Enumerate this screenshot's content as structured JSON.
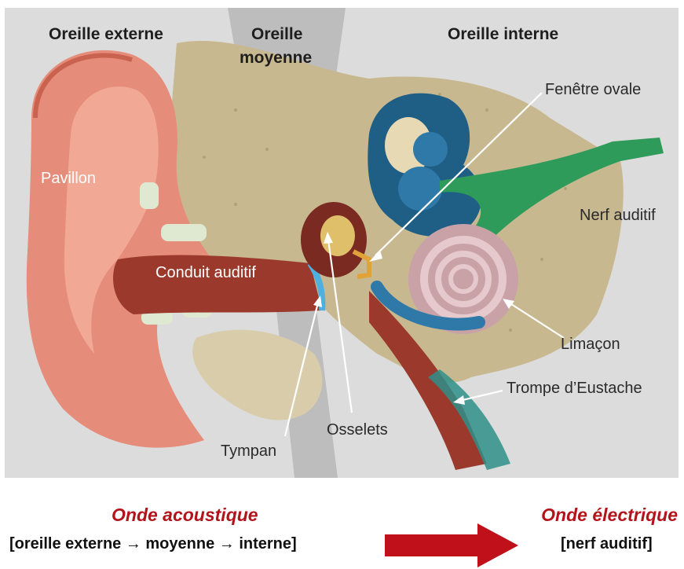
{
  "colors": {
    "background_panel": "#dcdcdc",
    "middle_band": "#bdbdbd",
    "bone": "#c8b88f",
    "skin": "#e58d7a",
    "skin_light": "#f1a894",
    "canal": "#9b3a2c",
    "inner_blue": "#2f79a8",
    "nerve_green": "#2e9b5a",
    "cochlea": "#c9a2a8",
    "arrow_red": "#c0101a",
    "caption_red": "#b3141c"
  },
  "regions": {
    "outer": "Oreille externe",
    "middle_line1": "Oreille",
    "middle_line2": "moyenne",
    "inner": "Oreille interne"
  },
  "labels": {
    "pavillon": "Pavillon",
    "conduit": "Conduit auditif",
    "fenetre": "Fenêtre ovale",
    "nerf": "Nerf auditif",
    "limacon": "Limaçon",
    "trompe": "Trompe d’Eustache",
    "osselets": "Osselets",
    "tympan": "Tympan"
  },
  "caption": {
    "left_title": "Onde acoustique",
    "left_sub": "[oreille externe → moyenne → interne]",
    "right_title": "Onde électrique",
    "right_sub": "[nerf auditif]"
  }
}
